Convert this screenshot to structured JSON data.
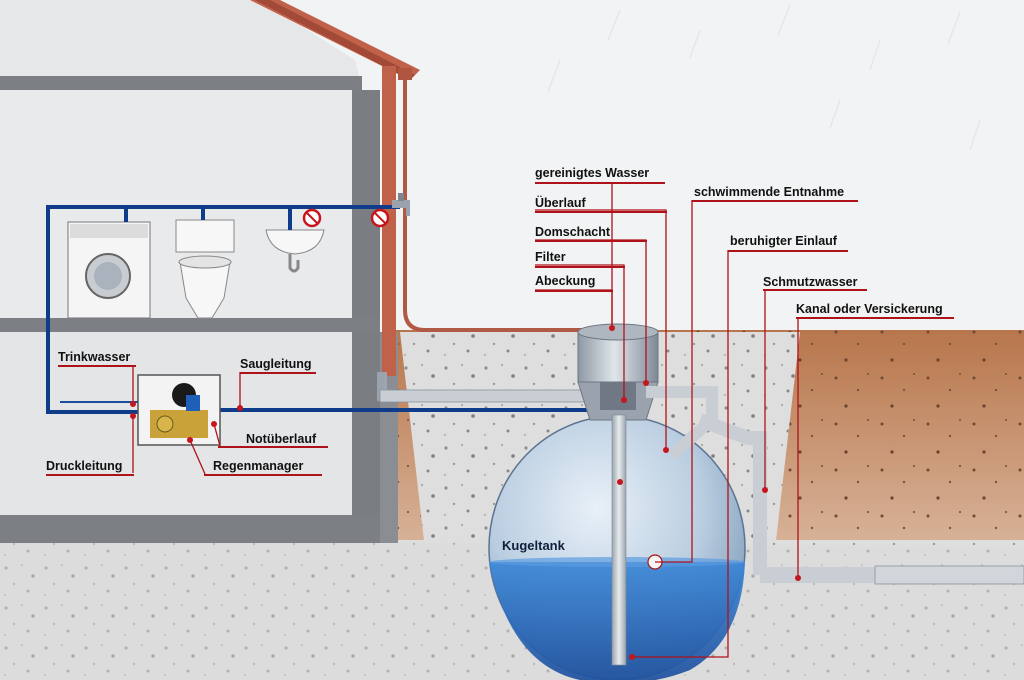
{
  "diagram": {
    "labels": {
      "gereinigtes_wasser": "gereinigtes Wasser",
      "ueberlauf": "Überlauf",
      "domschacht": "Domschacht",
      "filter": "Filter",
      "abdeckung": "Abeckung",
      "schwimmende_entnahme": "schwimmende Entnahme",
      "beruhigter_einlauf": "beruhigter Einlauf",
      "schmutzwasser": "Schmutzwasser",
      "kanal": "Kanal oder Versickerung",
      "trinkwasser": "Trinkwasser",
      "saugleitung": "Saugleitung",
      "notueberlauf": "Notüberlauf",
      "druckleitung": "Druckleitung",
      "regenmanager": "Regenmanager",
      "kugeltank": "Kugeltank"
    },
    "colors": {
      "leader_line": "#b0121a",
      "water_pipe": "#0f3c8a",
      "tank_water": "#2f74c8",
      "soil": "#a86a42",
      "gravel": "#dcdcdc"
    },
    "icons": [
      "washing-machine-icon",
      "toilet-icon",
      "sink-icon",
      "no-drinking-water-icon",
      "tap-icon",
      "pump-icon",
      "float-icon"
    ]
  }
}
